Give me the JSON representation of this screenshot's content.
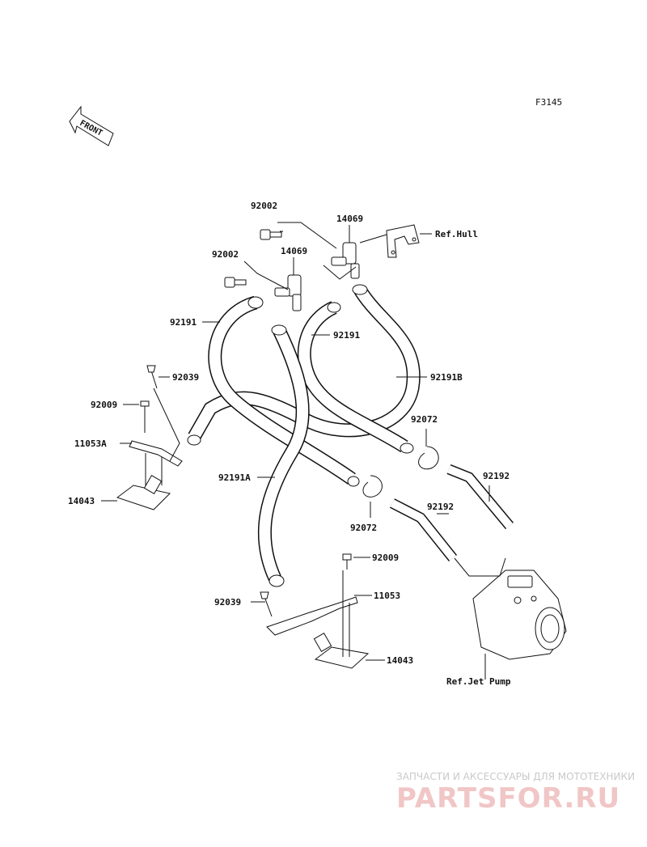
{
  "diagram_code": "F3145",
  "front_label": "FRONT",
  "parts": {
    "bolt_upper": "92002",
    "bolt_left": "92002",
    "fitting_upper": "14069",
    "fitting_left": "14069",
    "ref_hull": "Ref.Hull",
    "hose_left": "92191",
    "hose_mid": "92191",
    "hose_b": "92191B",
    "hose_a": "92191A",
    "tie_left": "92039",
    "screw_left": "92009",
    "bracket_a": "11053A",
    "filter_left": "14043",
    "clamp_right": "92072",
    "clamp_mid": "92072",
    "pipe_right": "92192",
    "pipe_mid": "92192",
    "screw_bottom": "92009",
    "tie_bottom": "92039",
    "bracket": "11053",
    "filter_bottom": "14043",
    "ref_jet_pump": "Ref.Jet Pump"
  },
  "watermark": {
    "line1": "ЗАПЧАСТИ И АКСЕССУАРЫ ДЛЯ МОТОТЕХНИКИ",
    "line2": "PARTSFOR.RU"
  }
}
